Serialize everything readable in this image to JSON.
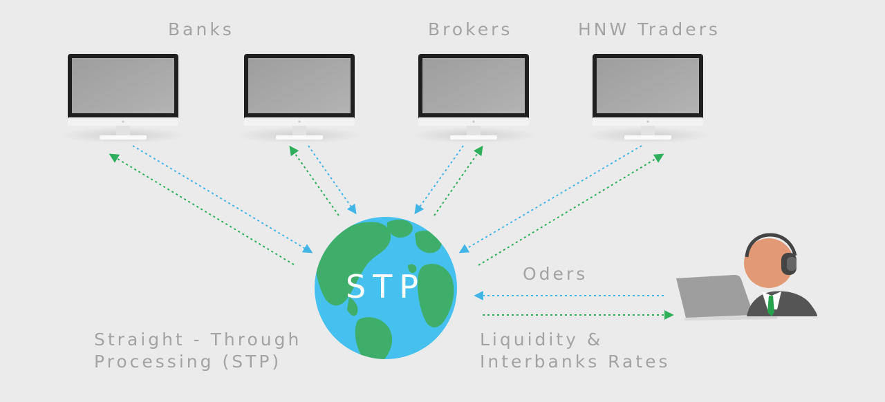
{
  "labels": {
    "banks": "Banks",
    "brokers": "Brokers",
    "hnw_traders": "HNW Traders",
    "orders": "Oders",
    "liquidity_line1": "Liquidity &",
    "liquidity_line2": "Interbanks Rates",
    "stp_desc_line1": "Straight - Through",
    "stp_desc_line2": "Processing (STP)"
  },
  "globe": {
    "label": "STP"
  },
  "colors": {
    "background": "#ebebeb",
    "label_gray": "#a3a3a3",
    "ocean": "#46c1ef",
    "land": "#3fae6a",
    "blue_arrow": "#43b4e6",
    "green_arrow": "#2fae5c",
    "monitor_frame": "#1f1f1f",
    "monitor_screen": "#a6a6a6",
    "trader_face": "#e19a75",
    "trader_suit": "#555555",
    "trader_tie": "#27a14b"
  },
  "icons": {
    "monitor": "desktop-monitor-icon",
    "globe": "globe-icon",
    "trader": "trader-with-headset-icon",
    "laptop": "laptop-icon"
  }
}
